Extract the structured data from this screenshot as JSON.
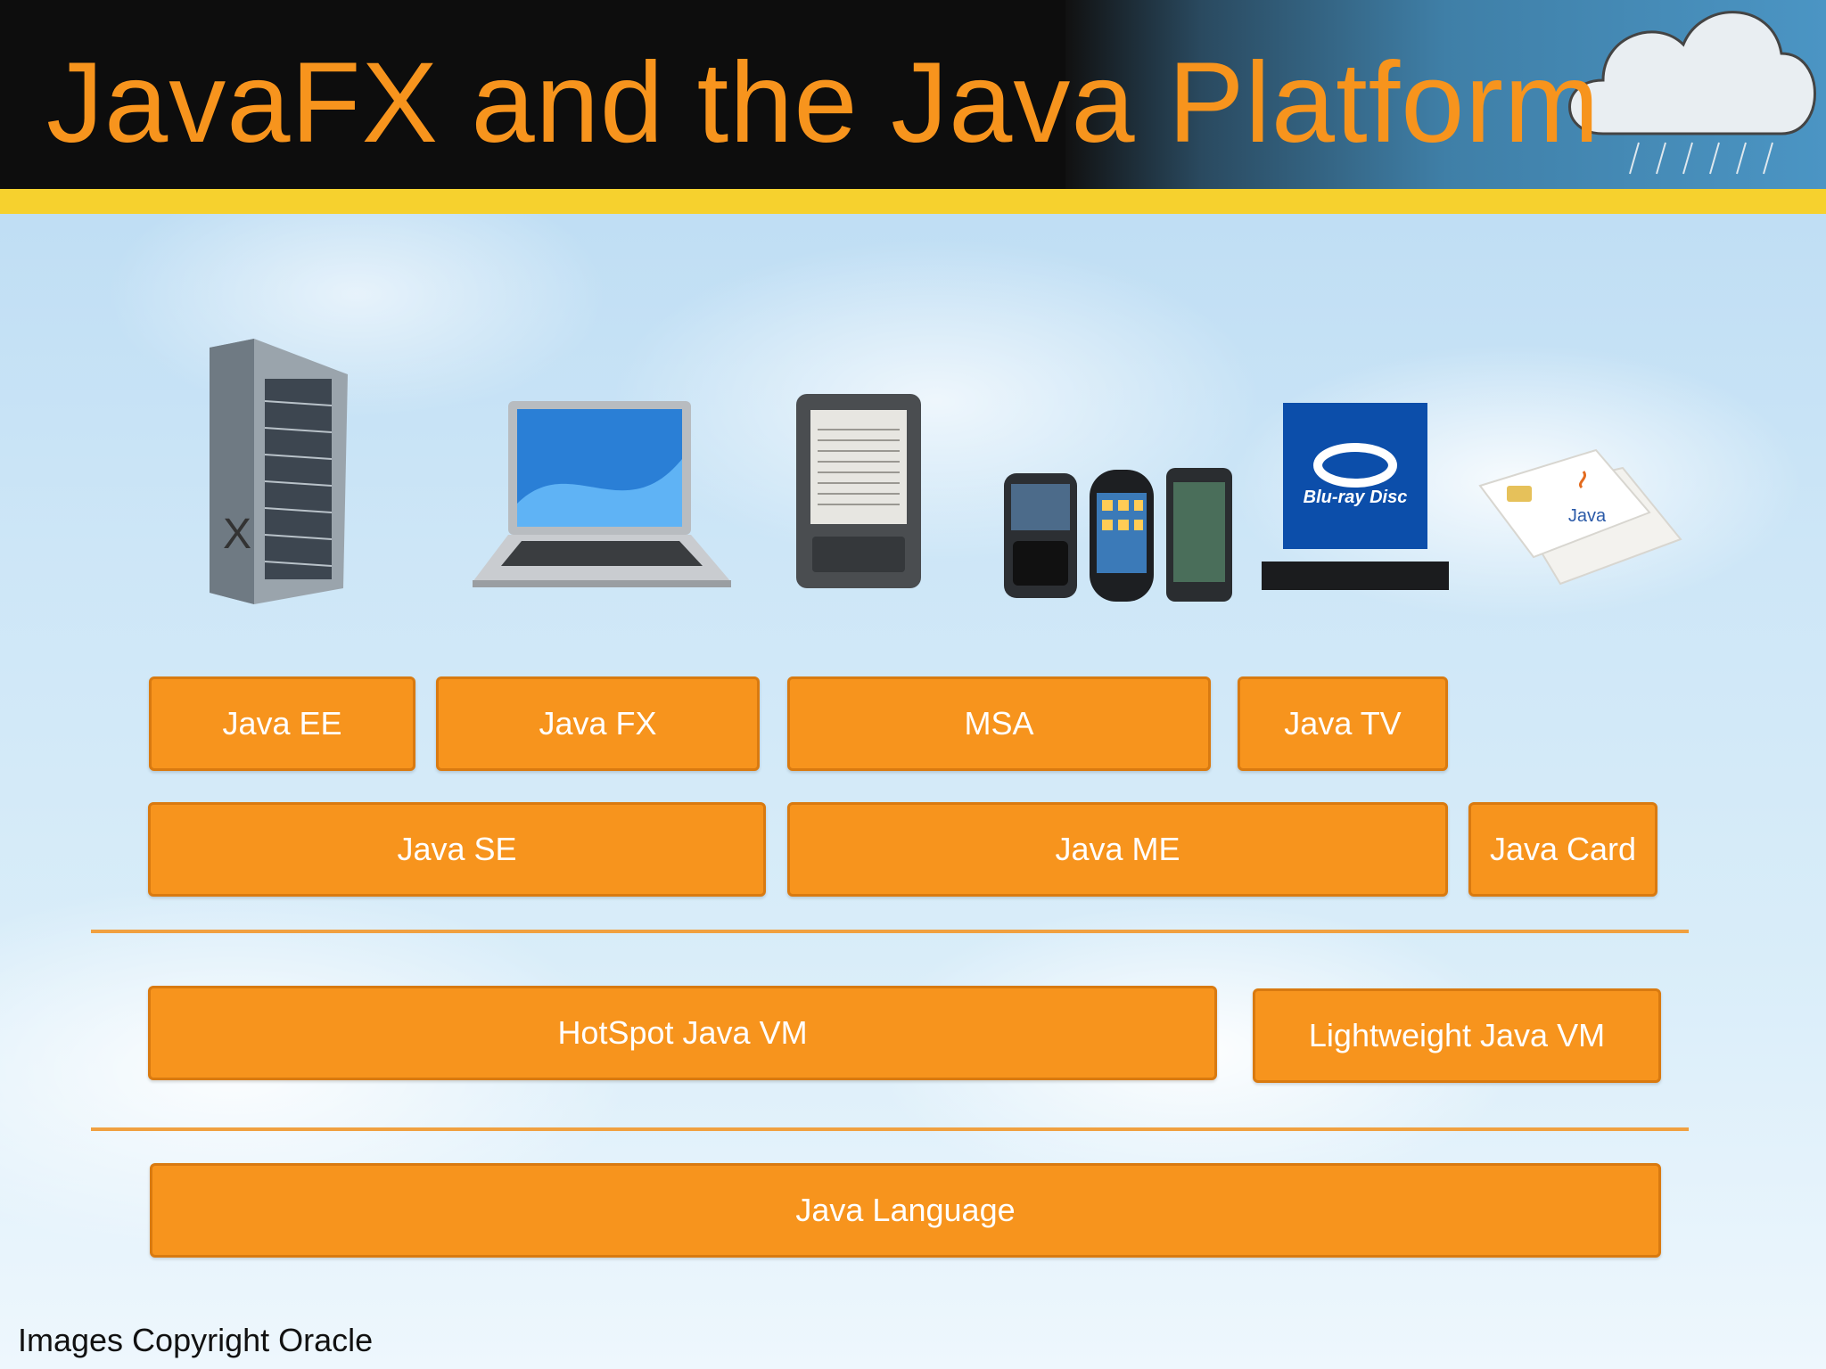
{
  "title": "JavaFX and the Java Platform",
  "copyright": "Images Copyright Oracle",
  "colors": {
    "accent": "#f7941d",
    "header_bg": "#0d0d0d",
    "band": "#f6d12e"
  },
  "devices": [
    "server-rack",
    "laptop",
    "e-reader",
    "mobile-phones",
    "blu-ray-player",
    "java-smart-cards"
  ],
  "device_text": {
    "blu_ray": "Blu-ray Disc",
    "java_card": "Java"
  },
  "layers": {
    "profiles": [
      "Java EE",
      "Java FX",
      "MSA",
      "Java TV"
    ],
    "editions": [
      "Java SE",
      "Java ME",
      "Java Card"
    ],
    "vms": [
      "HotSpot Java VM",
      "Lightweight Java VM"
    ],
    "language": "Java Language"
  }
}
